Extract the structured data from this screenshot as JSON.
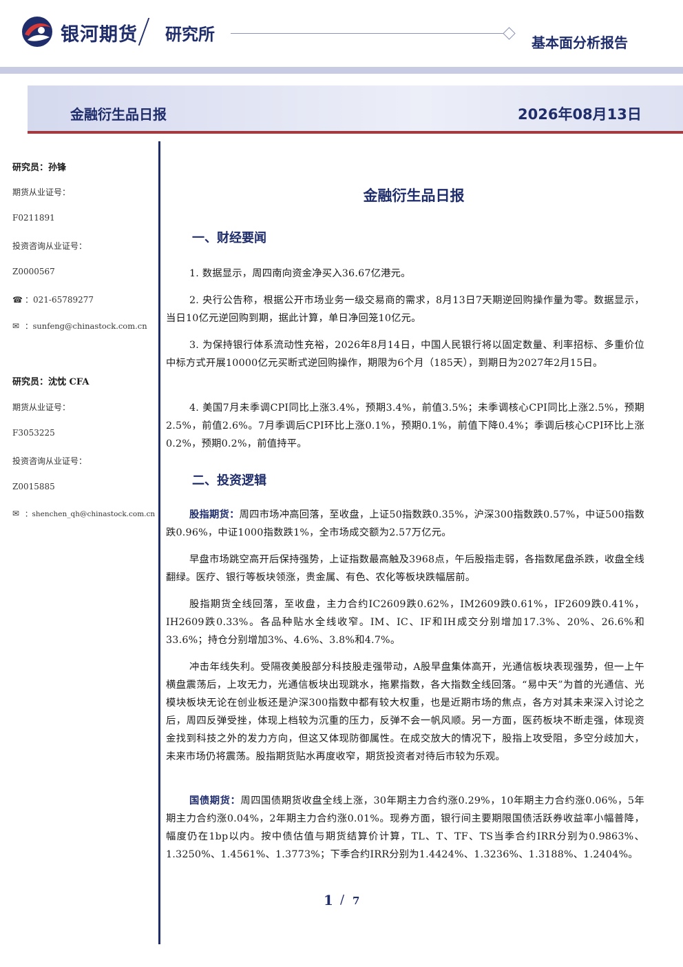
{
  "header": {
    "brand_name": "银河期货",
    "brand_dept": "研究所",
    "report_type": "基本面分析报告"
  },
  "banner": {
    "title": "金融衍生品日报",
    "date": "2026年08月13日"
  },
  "sidebar": {
    "analyst1": {
      "name": "研究员：孙锋",
      "license_label": "期货从业证号：",
      "license": "F0211891",
      "consult_label": "投资咨询从业证号：",
      "consult": "Z0000567",
      "phone_icon": "☎",
      "phone": "：021-65789277",
      "email_icon": "✉",
      "email": "：sunfeng@chinastock.com.cn"
    },
    "analyst2": {
      "name": "研究员：沈忱  CFA",
      "license_label": "期货从业证号：",
      "license": "F3053225",
      "consult_label": "投资咨询从业证号：",
      "consult": "Z0015885",
      "email_icon": "✉",
      "email": "：shenchen_qh@chinastock.com.cn"
    }
  },
  "main": {
    "title": "金融衍生品日报",
    "sec1": "一、财经要闻",
    "news1": "1. 数据显示，周四南向资金净买入36.67亿港元。",
    "news2": "2. 央行公告称，根据公开市场业务一级交易商的需求，8月13日7天期逆回购操作量为零。数据显示，当日10亿元逆回购到期，据此计算，单日净回笼10亿元。",
    "news3": "3. 为保持银行体系流动性充裕，2026年8月14日，中国人民银行将以固定数量、利率招标、多重价位中标方式开展10000亿元买断式逆回购操作，期限为6个月（185天），到期日为2027年2月15日。",
    "news4": "4. 美国7月未季调CPI同比上涨3.4%，预期3.4%，前值3.5%；未季调核心CPI同比上涨2.5%，预期2.5%，前值2.6%。7月季调后CPI环比上涨0.1%，预期0.1%，前值下降0.4%；季调后核心CPI环比上涨0.2%，预期0.2%，前值持平。",
    "sec2": "二、投资逻辑",
    "p1_lead": "股指期货：",
    "p1": "周四市场冲高回落，至收盘，上证50指数跌0.35%，沪深300指数跌0.57%，中证500指数跌0.96%，中证1000指数跌1%，全市场成交额为2.57万亿元。",
    "p2": "早盘市场跳空高开后保持强势，上证指数最高触及3968点，午后股指走弱，各指数尾盘杀跌，收盘全线翻绿。医疗、银行等板块领涨，贵金属、有色、农化等板块跌幅居前。",
    "p3": "股指期货全线回落，至收盘，主力合约IC2609跌0.62%，IM2609跌0.61%，IF2609跌0.41%，IH2609跌0.33%。各品种贴水全线收窄。IM、IC、IF和IH成交分别增加17.3%、20%、26.6%和33.6%；持仓分别增加3%、4.6%、3.8%和4.7%。",
    "p4": "冲击年线失利。受隔夜美股部分科技股走强带动，A股早盘集体高开，光通信板块表现强势，但一上午横盘震荡后，上攻无力，光通信板块出现跳水，拖累指数，各大指数全线回落。“易中天”为首的光通信、光模块板块无论在创业板还是沪深300指数中都有较大权重，也是近期市场的焦点，各方对其未来深入讨论之后，周四反弹受挫，体现上档较为沉重的压力，反弹不会一帆风顺。另一方面，医药板块不断走强，体现资金找到科技之外的发力方向，但这又体现防御属性。在成交放大的情况下，股指上攻受阻，多空分歧加大，未来市场仍将震荡。股指期货贴水再度收窄，期货投资者对待后市较为乐观。",
    "p5_lead": "国债期货：",
    "p5": "周四国债期货收盘全线上涨，30年期主力合约涨0.29%，10年期主力合约涨0.06%，5年期主力合约涨0.04%，2年期主力合约涨0.01%。现券方面，银行间主要期限国债活跃券收益率小幅普降，幅度仍在1bp以内。按中债估值与期货结算价计算，TL、T、TF、TS当季合约IRR分别为0.9863%、1.3250%、1.4561%、1.3773%；下季合约IRR分别为1.4424%、1.3236%、1.3188%、1.2404%。"
  },
  "footer": {
    "page": "1",
    "slash": "/",
    "total": "7"
  },
  "colors": {
    "brand": "#1f2d6b",
    "accent_red": "#a33a3f",
    "banner_bg": "#dde1f1"
  }
}
